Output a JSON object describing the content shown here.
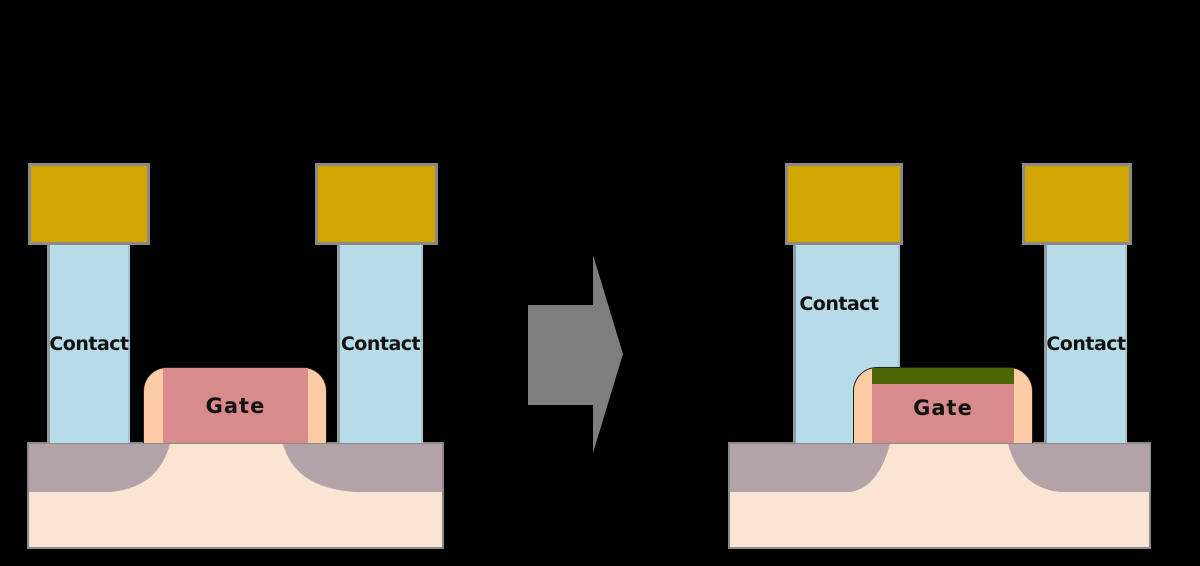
{
  "diagram_type": "mosfet-contact-process-before-after",
  "colors": {
    "background": "#000000",
    "contact_fill": "#B7DCE7",
    "cap_fill": "#D2A602",
    "cap_border": "#8A8A8A",
    "gate_fill": "#D98B8B",
    "spacer_fill": "#FBCBA3",
    "cap_layer_fill": "#4D6605",
    "silicide_fill": "#B3A2A7",
    "substrate_fill": "#FAE5D3",
    "substrate_border": "#8A8A8A",
    "arrow_fill": "#7E7E7E",
    "label_color": "#111111"
  },
  "before": {
    "contact_left_label": "Contact",
    "contact_right_label": "Contact",
    "gate_label": "Gate"
  },
  "after": {
    "contact_left_label": "Contact",
    "contact_right_label": "Contact",
    "gate_label": "Gate"
  },
  "arrow": {
    "icon": "right-arrow"
  }
}
